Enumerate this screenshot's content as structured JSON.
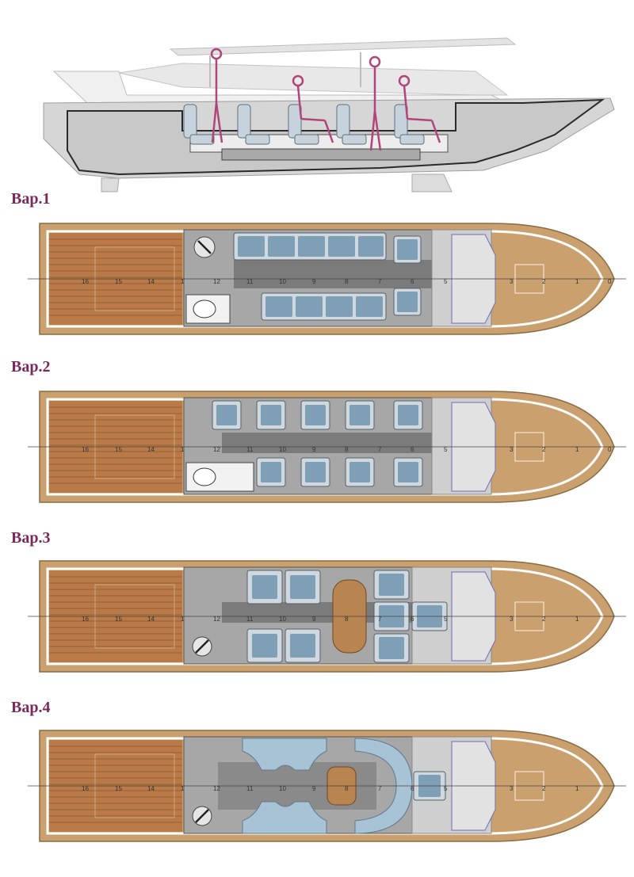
{
  "colors": {
    "hull": "#c9a06e",
    "hull_edge": "#8a6a44",
    "deck_teak": "#b97a48",
    "deck_lines": "#8a5430",
    "cabin_floor": "#8e8e8e",
    "aisle": "#6f6f6f",
    "seat": "#7f9fb7",
    "seat_frame": "#cfd8df",
    "table": "#b8844f",
    "label": "#7a2a5a",
    "side_hull": "#d4d4d4",
    "figure": "#b0457a"
  },
  "variants": [
    {
      "label": "Вар.1",
      "layout": "bench"
    },
    {
      "label": "Вар.2",
      "layout": "single"
    },
    {
      "label": "Вар.3",
      "layout": "table"
    },
    {
      "label": "Вар.4",
      "layout": "lounge"
    }
  ],
  "stations": [
    "16",
    "15",
    "14",
    "1",
    "12",
    "11",
    "10",
    "9",
    "8",
    "7",
    "6",
    "5",
    "3",
    "2",
    "1",
    "0"
  ],
  "icons": [
    "toilet-icon",
    "steering-wheel-icon"
  ]
}
